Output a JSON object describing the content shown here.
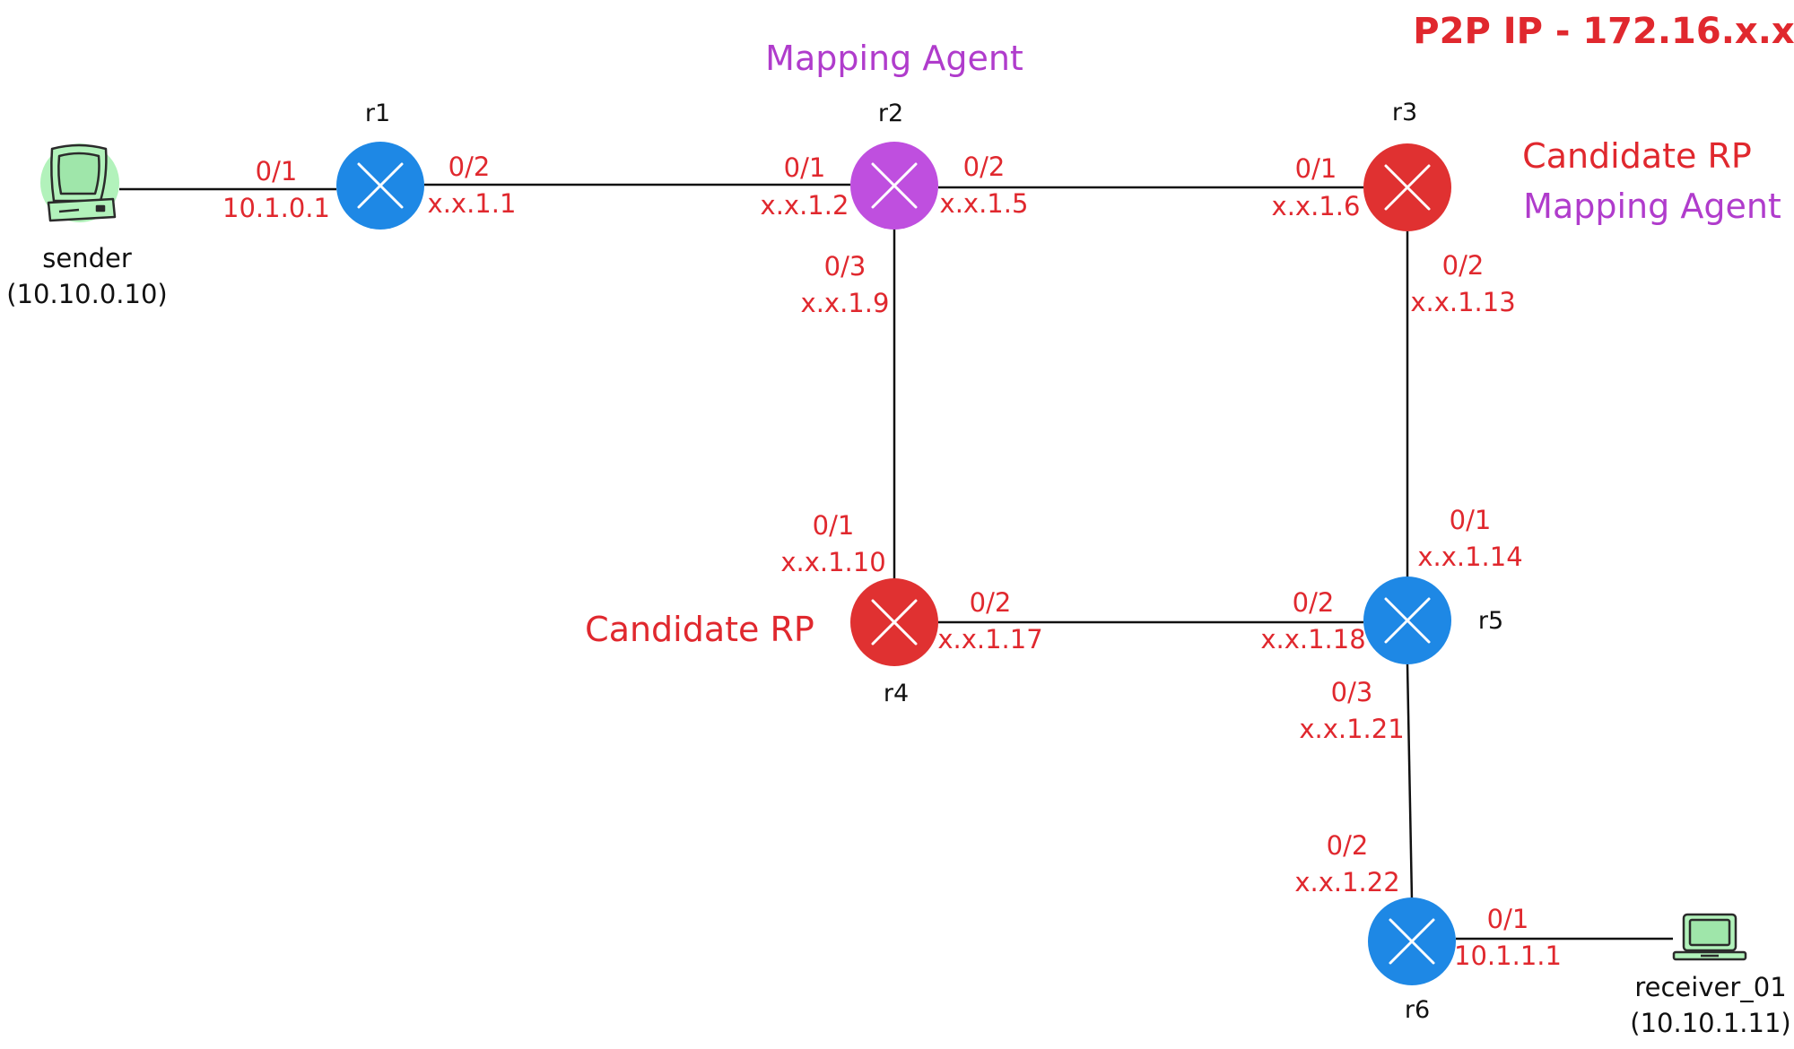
{
  "colors": {
    "router_blue": "#1e88e5",
    "router_red": "#e03131",
    "router_purple": "#bf4fdf",
    "label_red": "#e0282e",
    "label_purple": "#b03ccc",
    "host_green": "#b2f2bb"
  },
  "legend": {
    "p2p": "P2P IP - 172.16.x.x"
  },
  "hosts": {
    "sender": {
      "name": "sender",
      "ip": "(10.10.0.10)",
      "icon": "desktop-computer-icon"
    },
    "receiver": {
      "name": "receiver_01",
      "ip": "(10.10.1.11)",
      "icon": "laptop-computer-icon"
    }
  },
  "routers": {
    "r1": {
      "name": "r1",
      "role": "router",
      "icon": "router-icon"
    },
    "r2": {
      "name": "r2",
      "role": "mapping-agent",
      "icon": "router-icon"
    },
    "r3": {
      "name": "r3",
      "role": "candidate-rp+mapping-agent",
      "icon": "router-icon"
    },
    "r4": {
      "name": "r4",
      "role": "candidate-rp",
      "icon": "router-icon"
    },
    "r5": {
      "name": "r5",
      "role": "router",
      "icon": "router-icon"
    },
    "r6": {
      "name": "r6",
      "role": "router",
      "icon": "router-icon"
    }
  },
  "notes": {
    "r2_mapping": "Mapping Agent",
    "r3_candidate": "Candidate RP",
    "r3_mapping": "Mapping Agent",
    "r4_candidate": "Candidate RP"
  },
  "links": {
    "sender_r1": {
      "port": "0/1",
      "ip": "10.1.0.1"
    },
    "r1_r2_a": {
      "port": "0/2",
      "ip": "x.x.1.1"
    },
    "r1_r2_b": {
      "port": "0/1",
      "ip": "x.x.1.2"
    },
    "r2_r3_a": {
      "port": "0/2",
      "ip": "x.x.1.5"
    },
    "r2_r3_b": {
      "port": "0/1",
      "ip": "x.x.1.6"
    },
    "r2_r4_a": {
      "port": "0/3",
      "ip": "x.x.1.9"
    },
    "r2_r4_b": {
      "port": "0/1",
      "ip": "x.x.1.10"
    },
    "r3_r5_a": {
      "port": "0/2",
      "ip": "x.x.1.13"
    },
    "r3_r5_b": {
      "port": "0/1",
      "ip": "x.x.1.14"
    },
    "r4_r5_a": {
      "port": "0/2",
      "ip": "x.x.1.17"
    },
    "r4_r5_b": {
      "port": "0/2",
      "ip": "x.x.1.18"
    },
    "r5_r6_a": {
      "port": "0/3",
      "ip": "x.x.1.21"
    },
    "r5_r6_b": {
      "port": "0/2",
      "ip": "x.x.1.22"
    },
    "r6_receiver": {
      "port": "0/1",
      "ip": "10.1.1.1"
    }
  }
}
